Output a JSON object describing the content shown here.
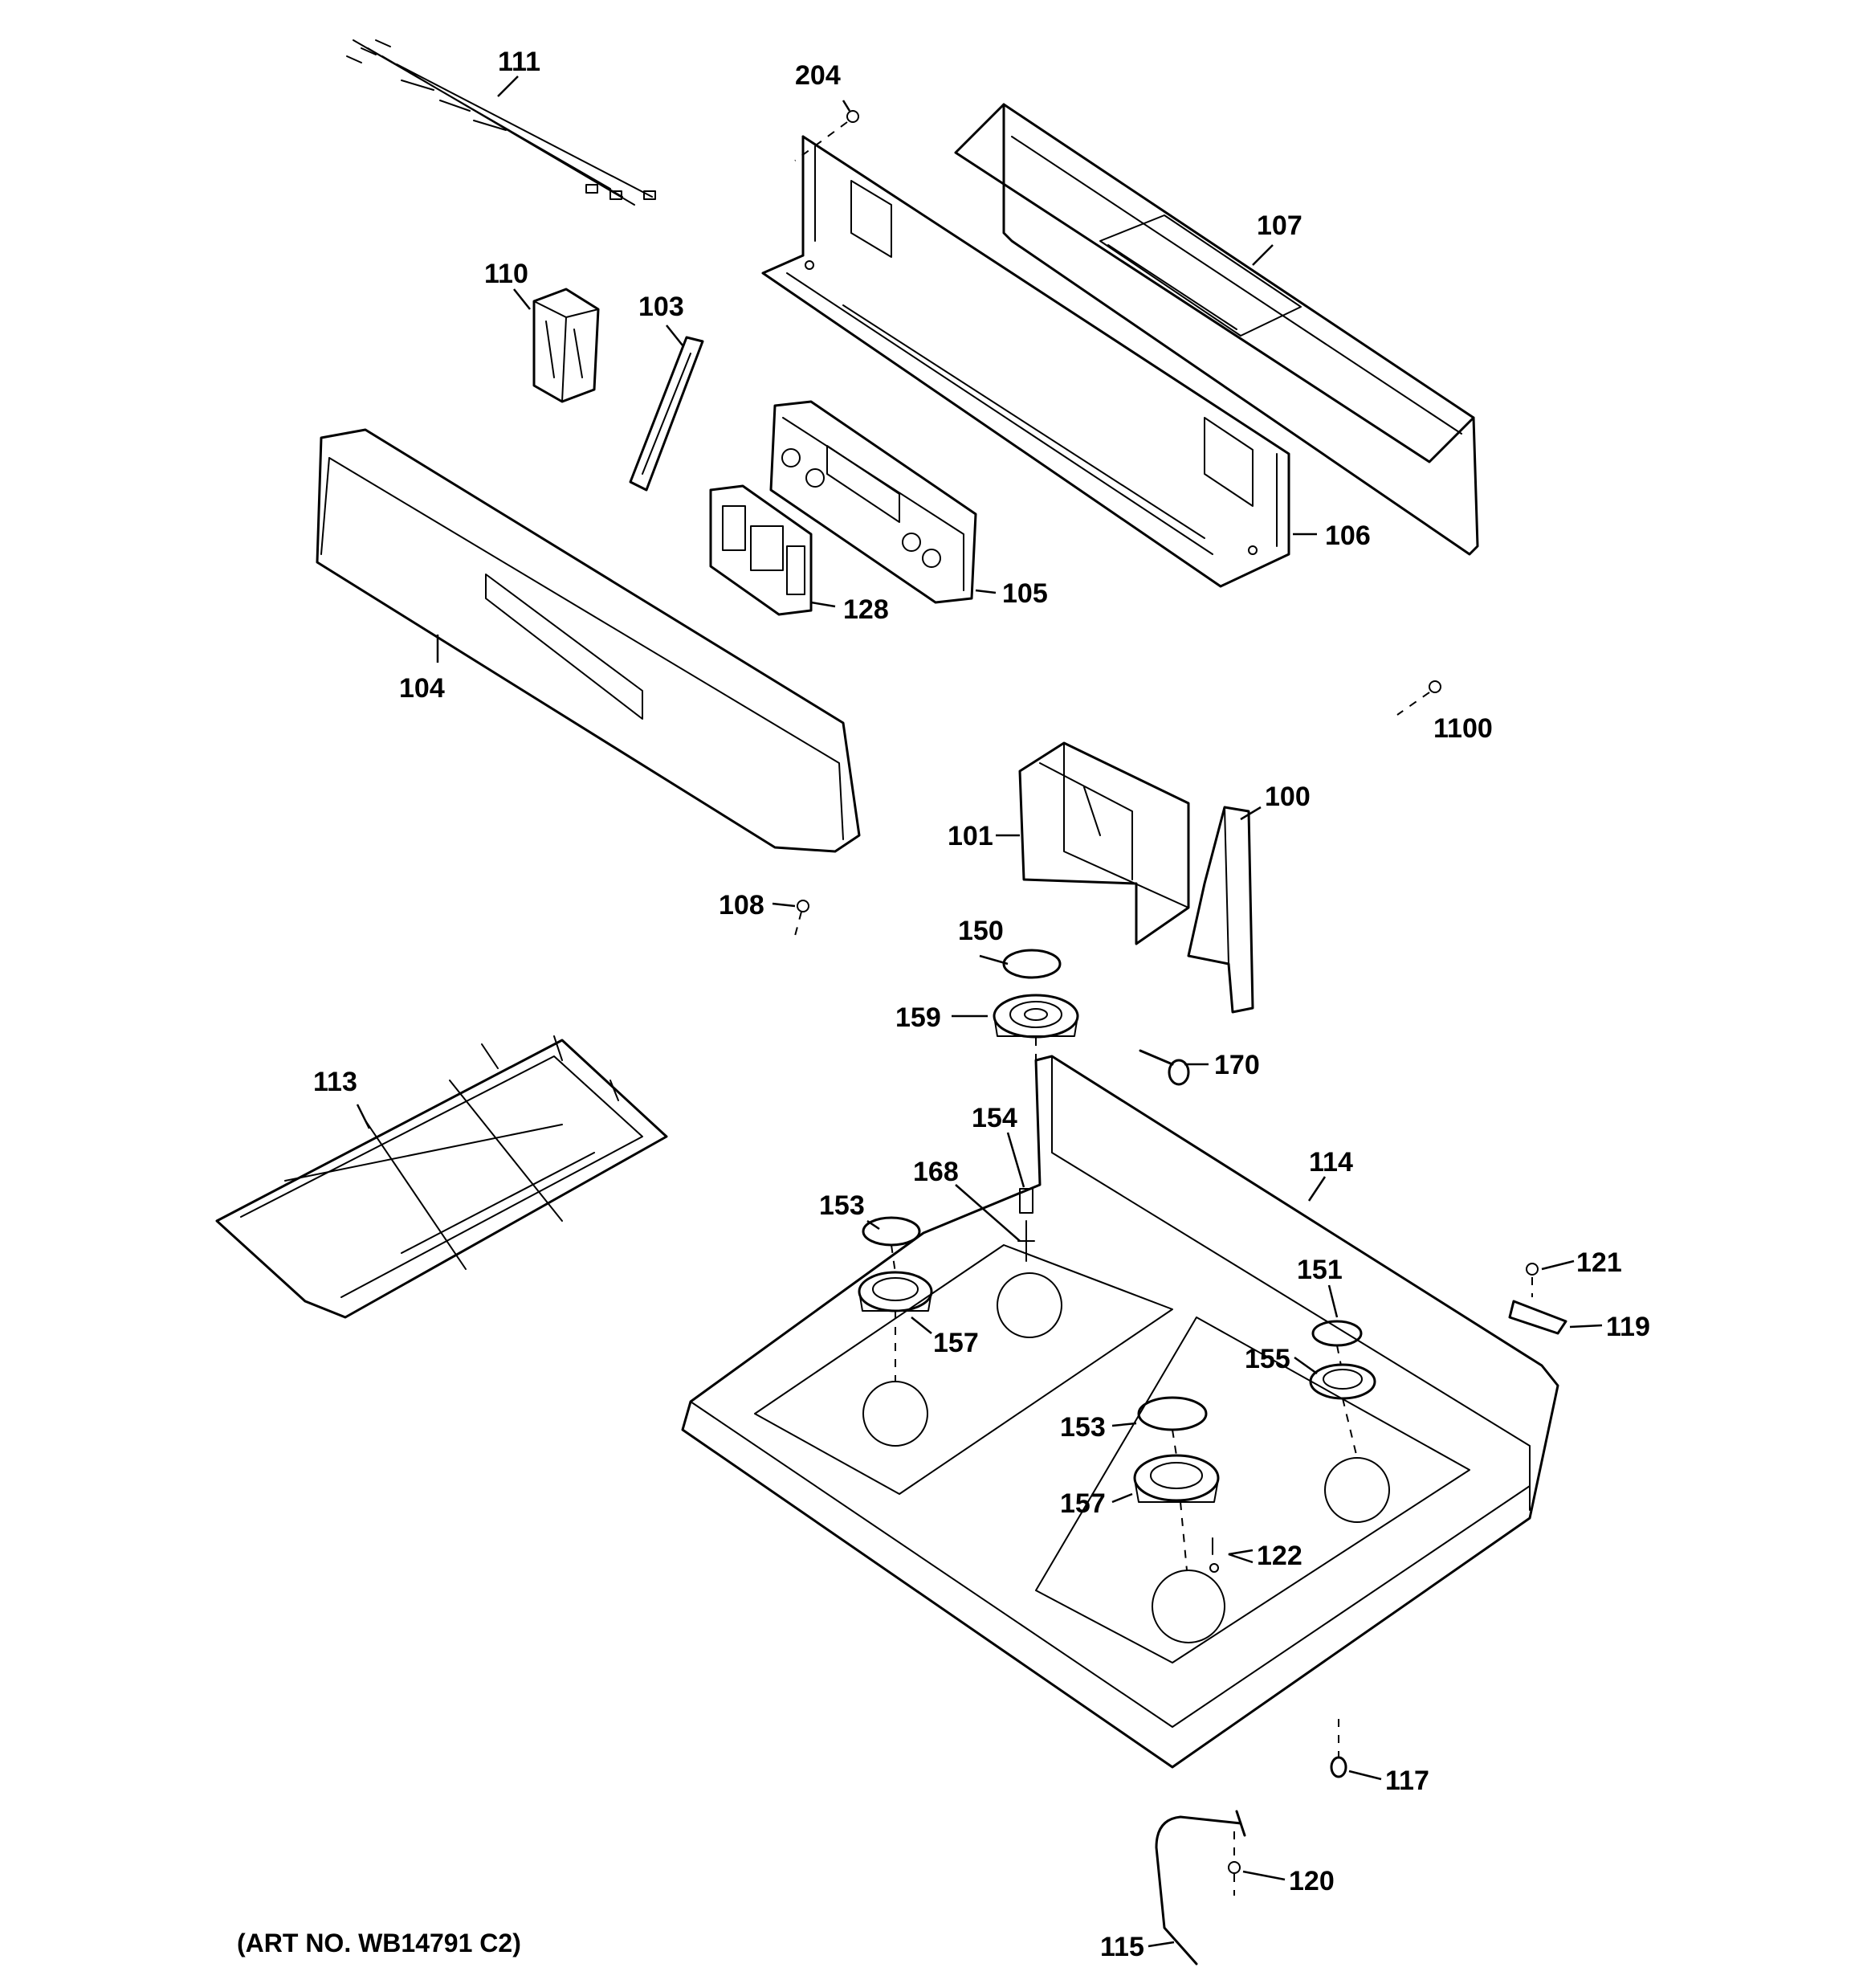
{
  "diagram": {
    "art_number": "(ART NO. WB14791 C2)",
    "callouts": [
      "111",
      "204",
      "107",
      "110",
      "103",
      "106",
      "128",
      "105",
      "104",
      "1100",
      "101",
      "100",
      "108",
      "150",
      "159",
      "170",
      "113",
      "154",
      "114",
      "168",
      "153",
      "151",
      "121",
      "119",
      "157",
      "155",
      "153",
      "157",
      "122",
      "117",
      "120",
      "115"
    ]
  }
}
